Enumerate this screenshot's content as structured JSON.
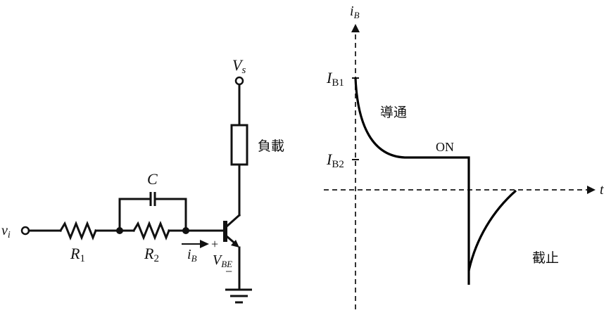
{
  "circuit": {
    "input_label": "v",
    "input_sub": "i",
    "supply_label": "V",
    "supply_sub": "s",
    "load_label": "負載",
    "r1_label": "R",
    "r1_sub": "1",
    "r2_label": "R",
    "r2_sub": "2",
    "cap_label": "C",
    "base_current_label": "i",
    "base_current_sub": "B",
    "vbe_label": "V",
    "vbe_sub": "BE",
    "vbe_plus": "+",
    "vbe_minus": "−"
  },
  "waveform": {
    "y_axis_label": "i",
    "y_axis_sub": "B",
    "x_axis_label": "t",
    "ib1_label": "I",
    "ib1_sub": "B1",
    "ib2_label": "I",
    "ib2_sub": "B2",
    "conduct_label": "導通",
    "on_label": "ON",
    "cutoff_label": "截止"
  }
}
